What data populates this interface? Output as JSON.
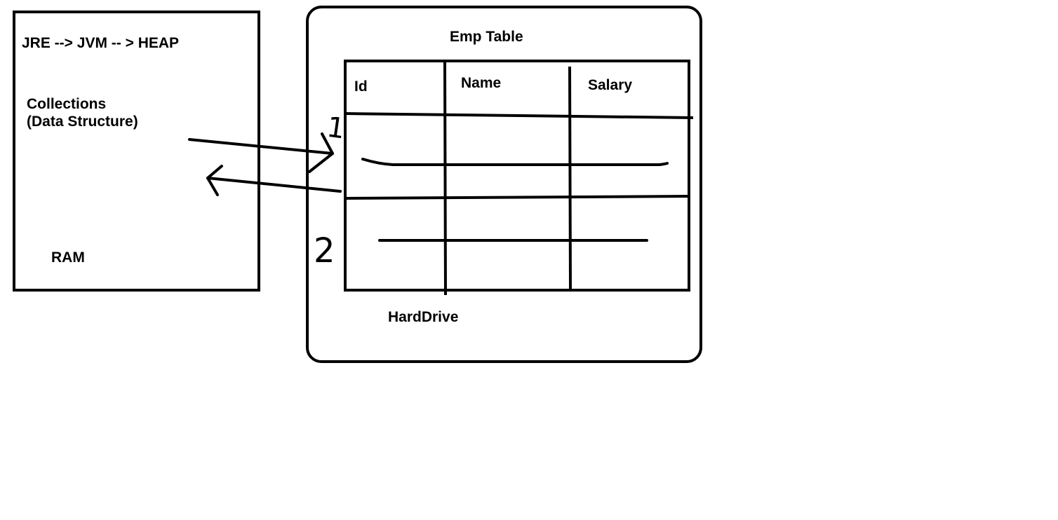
{
  "ram_box": {
    "title": "JRE  --> JVM -- > HEAP",
    "collections": "Collections\n(Data Structure)",
    "label": "RAM"
  },
  "hard_drive_box": {
    "table_title": "Emp Table",
    "columns": [
      "Id",
      "Name",
      "Salary"
    ],
    "row_markers": [
      "1",
      "2"
    ],
    "label": "HardDrive"
  },
  "colors": {
    "stroke": "#000000",
    "background": "#ffffff"
  }
}
